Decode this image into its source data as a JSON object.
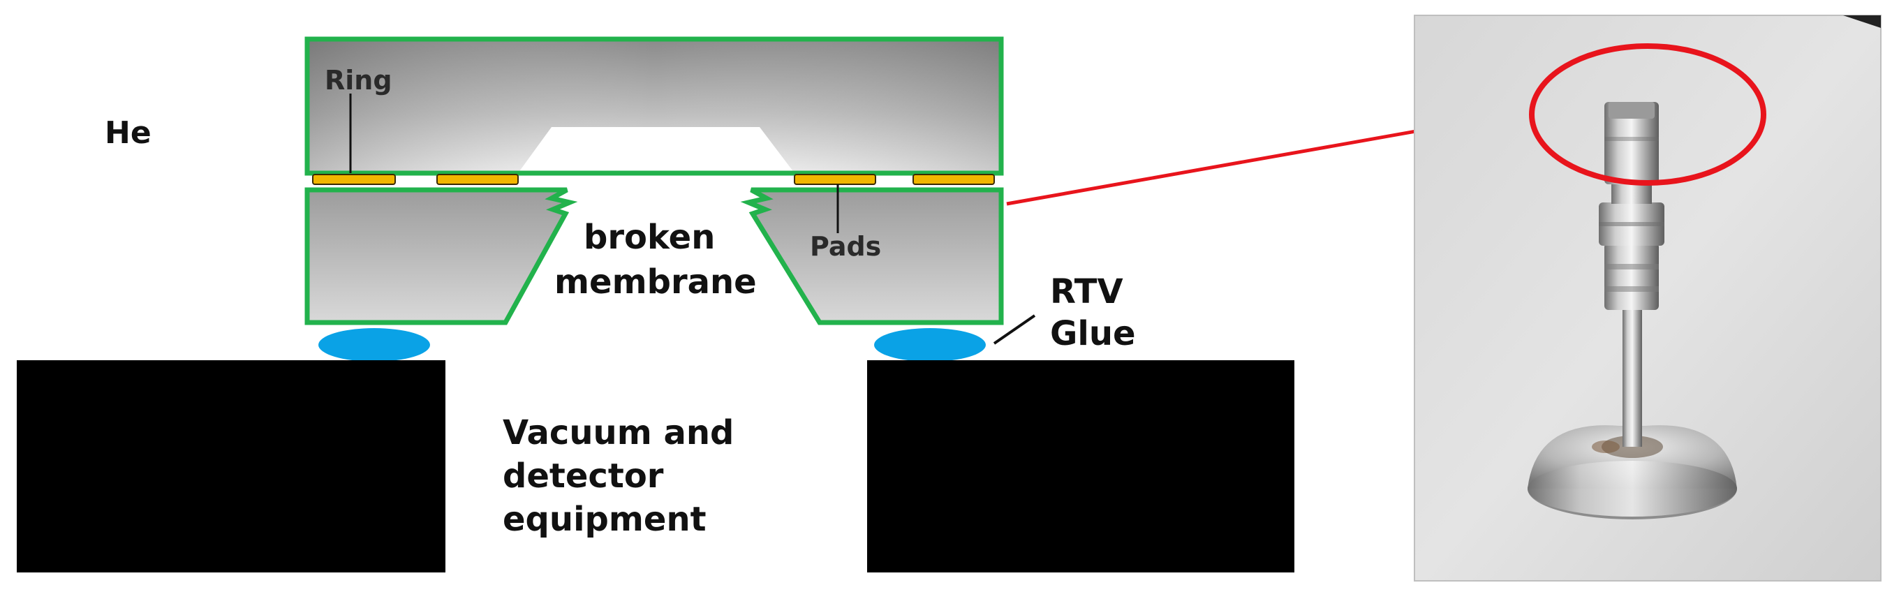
{
  "diagram": {
    "labels": {
      "he": "He",
      "ring": "Ring",
      "pads": "Pads",
      "broken_line1": "broken",
      "broken_line2": "membrane",
      "rtv_line1": "RTV",
      "rtv_line2": "Glue",
      "vac_line1": "Vacuum and",
      "vac_line2": "detector",
      "vac_line3": "equipment"
    },
    "colors": {
      "outline_green": "#22b24c",
      "pad_gold": "#f2b600",
      "glue_blue": "#0aa2e6",
      "block_black": "#000000",
      "callout_red": "#e8141c",
      "chip_gray_dark": "#7a7a7a",
      "chip_gray_light": "#e6e6e6"
    }
  },
  "photo": {
    "subject": "valve-with-membrane-holder",
    "highlight": "red-circle"
  }
}
